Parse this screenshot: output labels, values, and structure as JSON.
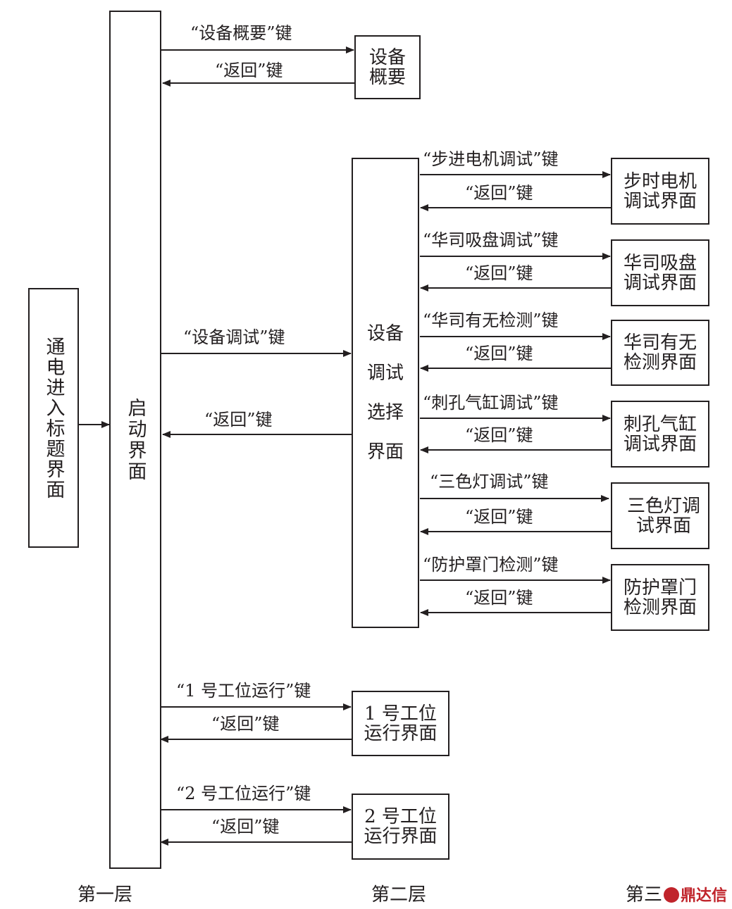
{
  "boxes": {
    "title_screen": "通电进入标题界面",
    "startup": "启动界面",
    "overview": "设备概要",
    "debug_select": "设备调试选择界面",
    "stepper": "步时电机调试界面",
    "suction": "华司吸盘调试界面",
    "presence": "华司有无检测界面",
    "cylinder": "刺孔气缸调试界面",
    "tricolor": "三色灯调试界面",
    "guard": "防护罩门检测界面",
    "station1": "1 号工位运行界面",
    "station2": "2 号工位运行界面"
  },
  "labels": {
    "overview_key": "“设备概要”键",
    "debug_key": "“设备调试”键",
    "stepper_key": "“步进电机调试”键",
    "suction_key": "“华司吸盘调试”键",
    "presence_key": "“华司有无检测”键",
    "cylinder_key": "“刺孔气缸调试”键",
    "tricolor_key": "“三色灯调试”键",
    "guard_key": "“防护罩门检测”键",
    "station1_key": "“1 号工位运行”键",
    "station2_key": "“2 号工位运行”键",
    "back_key": "“返回”键"
  },
  "layers": {
    "first": "第一层",
    "second": "第二层",
    "third": "第三层"
  },
  "watermark": "鼎达信"
}
